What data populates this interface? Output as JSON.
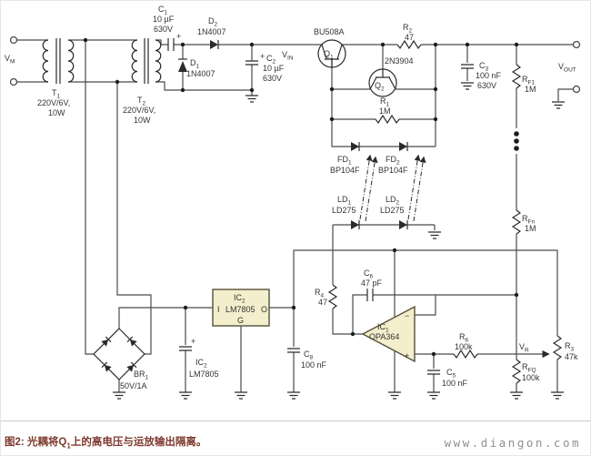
{
  "colors": {
    "wire": "#4b4b4b",
    "component": "#2b2b2b",
    "ic_fill": "#f3eecb",
    "text": "#333333",
    "caption": "#7d3a2d",
    "watermark": "#8f8f8f",
    "frame": "#c9c9c9",
    "background": "#ffffff"
  },
  "symbols": {
    "plus": "+",
    "minus": "−"
  },
  "terminals": {
    "vm": {
      "base": "V",
      "sub": "M"
    },
    "vin": {
      "base": "V",
      "sub": "IN"
    },
    "vout": {
      "base": "V",
      "sub": "OUT"
    },
    "vr": {
      "base": "V",
      "sub": "R"
    }
  },
  "components": {
    "t1": {
      "ref": "T",
      "sub": "1",
      "value1": "220V/6V,",
      "value2": "10W"
    },
    "t2": {
      "ref": "T",
      "sub": "2",
      "value1": "220V/6V,",
      "value2": "10W"
    },
    "c1": {
      "ref": "C",
      "sub": "1",
      "value1": "10 µF",
      "value2": "630V"
    },
    "c2": {
      "ref": "C",
      "sub": "2",
      "value1": "10 µF",
      "value2": "630V"
    },
    "c3": {
      "ref": "C",
      "sub": "3",
      "value1": "100 nF",
      "value2": "630V"
    },
    "c5": {
      "ref": "C",
      "sub": "5",
      "value1": "100 nF"
    },
    "c6": {
      "ref": "C",
      "sub": "6",
      "value1": "47 pF"
    },
    "c8": {
      "ref": "C",
      "sub": "8",
      "value1": "100 nF"
    },
    "d1": {
      "ref": "D",
      "sub": "1",
      "value1": "1N4007"
    },
    "d2": {
      "ref": "D",
      "sub": "2",
      "value1": "1N4007"
    },
    "q1": {
      "ref": "Q",
      "sub": "1",
      "part": "BU508A"
    },
    "q2": {
      "ref": "Q",
      "sub": "2",
      "part": "2N3904"
    },
    "r1": {
      "ref": "R",
      "sub": "1",
      "value1": "1M"
    },
    "r2": {
      "ref": "R",
      "sub": "2",
      "value1": "47"
    },
    "r3": {
      "ref": "R",
      "sub": "3",
      "value1": "47k"
    },
    "r4": {
      "ref": "R",
      "sub": "4",
      "value1": "47"
    },
    "r6": {
      "ref": "R",
      "sub": "6",
      "value1": "100k"
    },
    "rf1": {
      "ref": "R",
      "sub": "F1",
      "value1": "1M"
    },
    "rfn": {
      "ref": "R",
      "sub": "Fn",
      "value1": "1M"
    },
    "rfq": {
      "ref": "R",
      "sub": "FQ",
      "value1": "100k"
    },
    "fd1": {
      "ref": "FD",
      "sub": "1",
      "part": "BP104F"
    },
    "fd2": {
      "ref": "FD",
      "sub": "2",
      "part": "BP104F"
    },
    "ld1": {
      "ref": "LD",
      "sub": "1",
      "part": "LD275"
    },
    "ld2": {
      "ref": "LD",
      "sub": "2",
      "part": "LD275"
    },
    "br1": {
      "ref": "BR",
      "sub": "1",
      "value1": "50V/1A"
    },
    "ic1": {
      "ref": "IC",
      "sub": "1",
      "part": "OPA364"
    },
    "ic2": {
      "ref": "IC",
      "sub": "2",
      "part": "LM7805",
      "pin_in": "I",
      "pin_out": "O",
      "pin_gnd": "G"
    },
    "c_ic2": {
      "ref": "IC",
      "sub": "2",
      "value1": "LM7805"
    }
  },
  "caption": {
    "part1": "图2: 光耦将Q",
    "sub": "1",
    "part2": "上的高电压与运放输出隔离。"
  },
  "watermark": "www.diangon.com"
}
